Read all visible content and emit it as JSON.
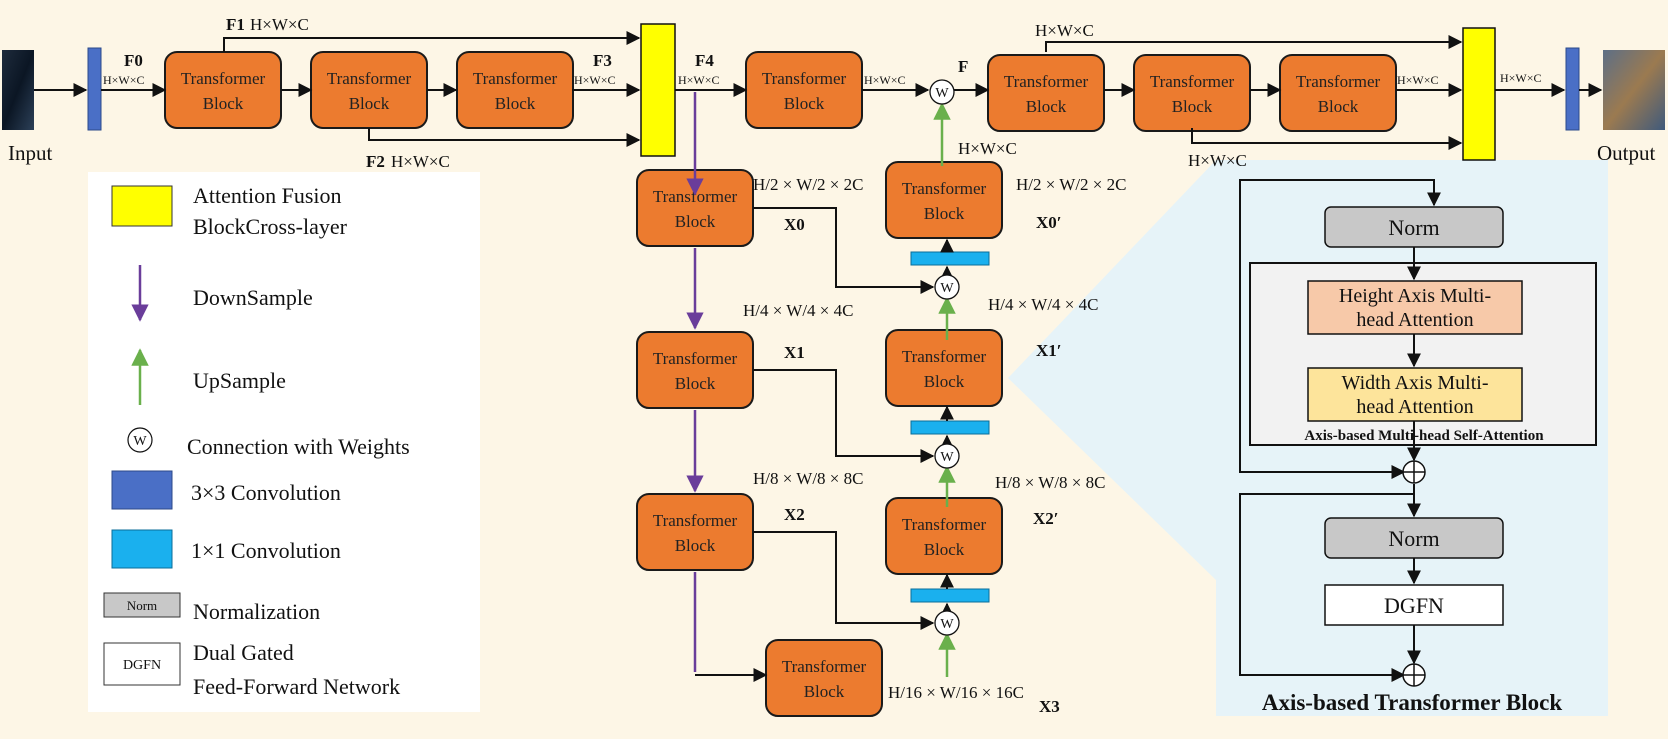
{
  "colors": {
    "background": "#fdf6e6",
    "transformer_block": "#ec7b2f",
    "attention_fusion": "#ffff00",
    "conv3x3": "#4a6fc6",
    "conv1x1": "#1ab0ee",
    "norm": "#c8c8c8",
    "downsample_arrow": "#6a3d9a",
    "upsample_arrow": "#6ab04c",
    "axis_panel": "#e6f3f8",
    "height_attention": "#f7c9a9",
    "width_attention": "#fde49b"
  },
  "io": {
    "input": "Input",
    "output": "Output"
  },
  "block": {
    "line1": "Transformer",
    "line2": "Block"
  },
  "top": {
    "f0": "F0",
    "f0_dim": "H×W×C",
    "f1": "F1",
    "f1_dim": "H×W×C",
    "f2": "F2",
    "f2_dim": "H×W×C",
    "f3": "F3",
    "f3_dim": "H×W×C",
    "f4": "F4",
    "f4_dim": "H×W×C",
    "mid_dim": "H×W×C",
    "f": "F",
    "out_top_dim": "H×W×C",
    "out_mid_dim": "H×W×C",
    "out_bottom_dim": "H×W×C",
    "out_right_dim": "H×W×C",
    "dec_top_dim": "H×W×C"
  },
  "enc": {
    "x0": "X0",
    "x0_dim": "H/2 × W/2 × 2C",
    "x1": "X1",
    "x1_dim": "H/4 × W/4 × 4C",
    "x2": "X2",
    "x2_dim": "H/8 × W/8 × 8C",
    "x3": "X3",
    "x3_dim": "H/16 × W/16 × 16C"
  },
  "dec": {
    "x0p": "X0′",
    "x0p_dim": "H/2 × W/2 × 2C",
    "x1p": "X1′",
    "x1p_dim": "H/4 × W/4 × 4C",
    "x2p": "X2′",
    "x2p_dim": "H/8 × W/8 × 8C"
  },
  "weights_symbol": "W",
  "legend": {
    "attention_fusion_1": "Attention Fusion",
    "attention_fusion_2": "BlockCross-layer",
    "downsample": "DownSample",
    "upsample": "UpSample",
    "connection": "Connection with Weights",
    "conv3x3": "3×3 Convolution",
    "conv1x1": "1×1  Convolution",
    "norm_box": "Norm",
    "normalization": "Normalization",
    "dgfn_box": "DGFN",
    "dgfn_1": "Dual Gated",
    "dgfn_2": "Feed-Forward Network"
  },
  "axis_block": {
    "norm1": "Norm",
    "height_1": "Height Axis Multi-",
    "height_2": "head Attention",
    "width_1": "Width Axis Multi-",
    "width_2": "head Attention",
    "mhsa": "Axis-based Multi-head Self-Attention",
    "norm2": "Norm",
    "dgfn": "DGFN",
    "title": "Axis-based Transformer Block"
  }
}
